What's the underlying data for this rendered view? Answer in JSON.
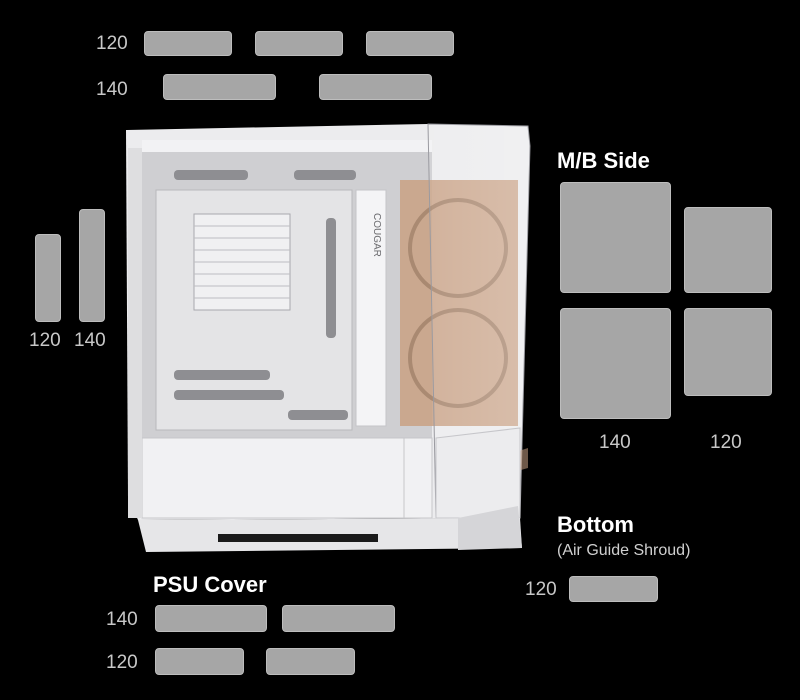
{
  "top": {
    "size_a": "120",
    "size_b": "140"
  },
  "front": {
    "size_a": "120",
    "size_b": "140"
  },
  "mb_side": {
    "title": "M/B Side",
    "size_a": "140",
    "size_b": "120"
  },
  "bottom": {
    "title": "Bottom",
    "subtitle": "(Air Guide Shroud)",
    "size": "120"
  },
  "psu_cover": {
    "title": "PSU Cover",
    "size_a": "140",
    "size_b": "120"
  },
  "case": {
    "brand_text": "COUGAR",
    "colors": {
      "body": "#e9e9eb",
      "inner": "#d6d6d8",
      "accent": "#c9a184",
      "panel_dark": "#1a1a1a"
    }
  }
}
